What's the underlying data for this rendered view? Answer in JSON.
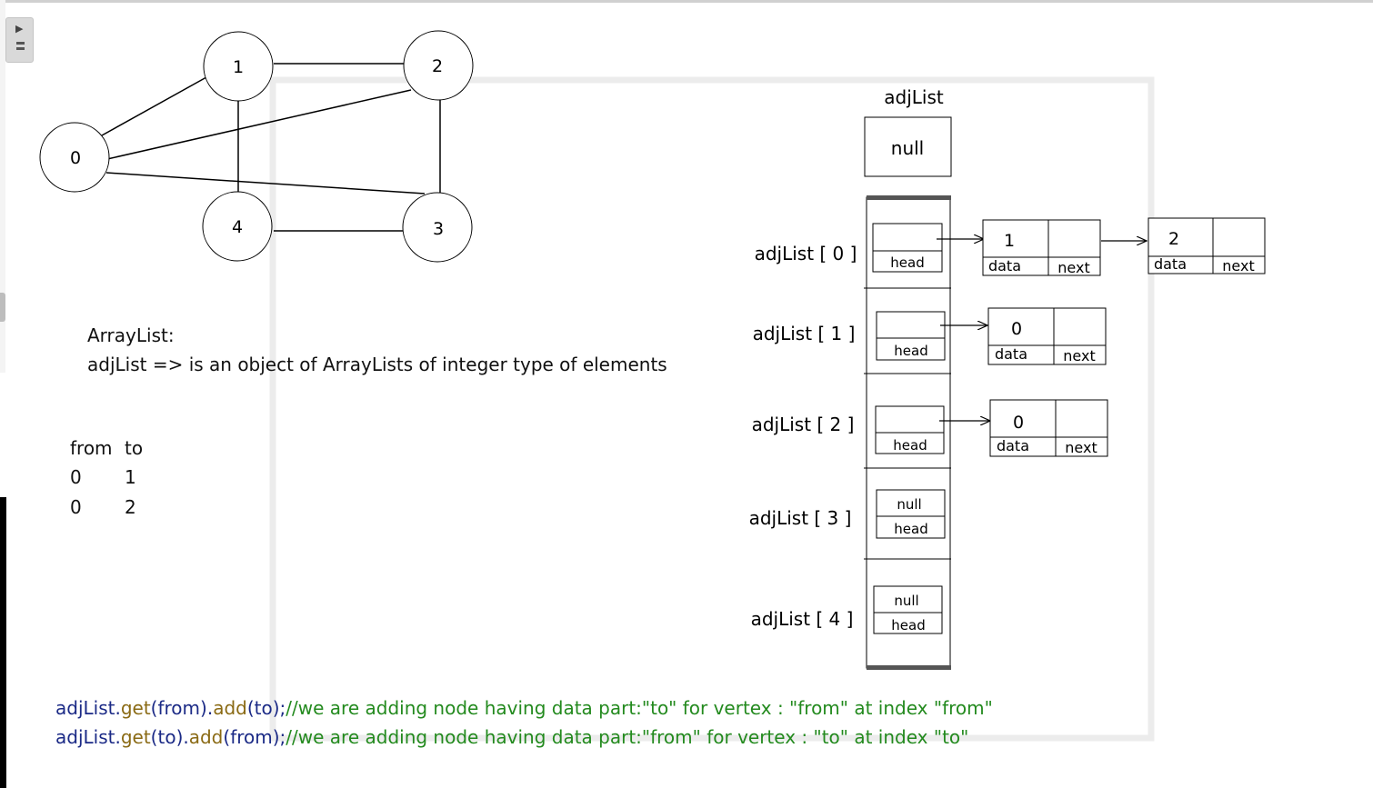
{
  "graph": {
    "nodes": [
      "0",
      "1",
      "2",
      "3",
      "4"
    ]
  },
  "description": {
    "line1": "ArrayList:",
    "line2": "adjList => is an object of ArrayLists of integer type of elements"
  },
  "edge_table": {
    "headers": [
      "from",
      "to"
    ],
    "rows": [
      [
        "0",
        "1"
      ],
      [
        "0",
        "2"
      ]
    ]
  },
  "adjlist": {
    "title": "adjList",
    "top_box": "null",
    "slots": [
      {
        "label": "adjList [ 0 ]",
        "value": "",
        "head": "head"
      },
      {
        "label": "adjList [ 1 ]",
        "value": "",
        "head": "head"
      },
      {
        "label": "adjList [ 2 ]",
        "value": "",
        "head": "head"
      },
      {
        "label": "adjList [ 3 ]",
        "value": "null",
        "head": "head"
      },
      {
        "label": "adjList [ 4 ]",
        "value": "null",
        "head": "head"
      }
    ],
    "lists": [
      [
        {
          "data": "1",
          "data_label": "data",
          "next_label": "next"
        },
        {
          "data": "2",
          "data_label": "data",
          "next_label": "next"
        }
      ],
      [
        {
          "data": "0",
          "data_label": "data",
          "next_label": "next"
        }
      ],
      [
        {
          "data": "0",
          "data_label": "data",
          "next_label": "next"
        }
      ]
    ]
  },
  "code": {
    "line1": {
      "var": "adjList",
      "dot1": ".",
      "fn1": "get",
      "open1": "(",
      "arg1": "from",
      "close1": ")",
      "dot2": ".",
      "fn2": "add",
      "open2": "(",
      "arg2": "to",
      "close2": ");",
      "comment": "//we are adding node having data part:\"to\" for vertex : \"from\" at index \"from\""
    },
    "line2": {
      "var": "adjList",
      "dot1": ".",
      "fn1": "get",
      "open1": "(",
      "arg1": "to",
      "close1": ")",
      "dot2": ".",
      "fn2": "add",
      "open2": "(",
      "arg2": "from",
      "close2": ");",
      "comment": "//we are adding node having data part:\"from\" for vertex : \"to\" at index \"to\""
    }
  }
}
